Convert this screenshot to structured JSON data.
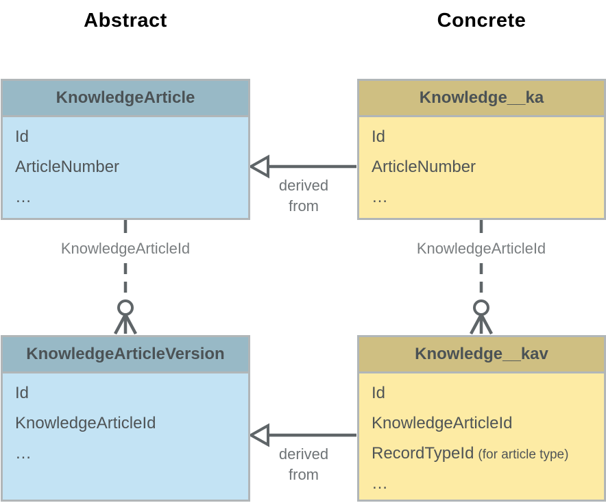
{
  "diagram": {
    "column_headers": [
      {
        "label": "Abstract"
      },
      {
        "label": "Concrete"
      }
    ],
    "entities": [
      {
        "title": "KnowledgeArticle",
        "category": "abstract",
        "fields": [
          {
            "text": "Id"
          },
          {
            "text": "ArticleNumber"
          },
          {
            "text": "…"
          }
        ]
      },
      {
        "title": "Knowledge__ka",
        "category": "concrete",
        "fields": [
          {
            "text": "Id"
          },
          {
            "text": "ArticleNumber"
          },
          {
            "text": "…"
          }
        ]
      },
      {
        "title": "KnowledgeArticleVersion",
        "category": "abstract",
        "fields": [
          {
            "text": "Id"
          },
          {
            "text": "KnowledgeArticleId"
          },
          {
            "text": "…"
          }
        ]
      },
      {
        "title": "Knowledge__kav",
        "category": "concrete",
        "fields": [
          {
            "text": "Id"
          },
          {
            "text": "KnowledgeArticleId"
          },
          {
            "text": "RecordTypeId",
            "note": "(for article type)"
          },
          {
            "text": "…"
          }
        ]
      }
    ],
    "connectors": {
      "derived_from": {
        "label": "derived from"
      },
      "foreign_key": {
        "label": "KnowledgeArticleId"
      }
    }
  },
  "colors": {
    "abstract_header_bg": "#98b9c6",
    "abstract_body_bg": "#c3e3f4",
    "concrete_header_bg": "#cfbf82",
    "concrete_body_bg": "#fdeba4",
    "box_border": "#b1b6b8",
    "connector": "#5f6568",
    "entity_text": "#4f5456",
    "label_text": "#7a7e80",
    "title_text": "#000000"
  }
}
